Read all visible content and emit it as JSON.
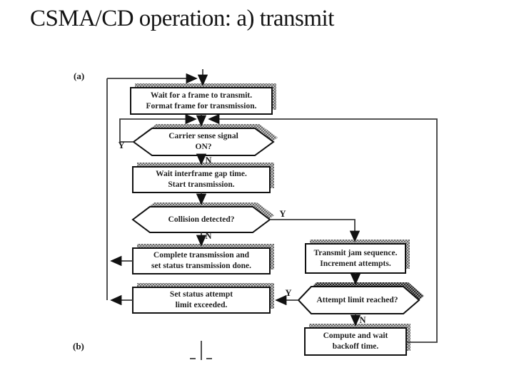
{
  "title": "CSMA/CD operation: a) transmit",
  "section_labels": {
    "a": "(a)",
    "b": "(b)"
  },
  "nodes": {
    "wait_frame": {
      "line1": "Wait for a frame to transmit.",
      "line2": "Format frame for transmission."
    },
    "carrier_sense": {
      "line1": "Carrier sense signal",
      "line2": "ON?"
    },
    "wait_gap": {
      "line1": "Wait interframe gap time.",
      "line2": "Start transmission."
    },
    "collision": {
      "line1": "Collision detected?"
    },
    "complete": {
      "line1": "Complete transmission and",
      "line2": "set status transmission done."
    },
    "set_status": {
      "line1": "Set status attempt",
      "line2": "limit exceeded."
    },
    "jam": {
      "line1": "Transmit jam sequence.",
      "line2": "Increment attempts."
    },
    "attempt_limit": {
      "line1": "Attempt limit reached?"
    },
    "backoff": {
      "line1": "Compute and wait",
      "line2": "backoff time."
    }
  },
  "branch_labels": {
    "carrier_yes": "Y",
    "carrier_no": "N",
    "collision_yes": "Y",
    "collision_no": "N",
    "attempt_yes": "Y",
    "attempt_no": "N"
  },
  "colors": {
    "background": "#ffffff",
    "ink": "#1a1a1a",
    "line": "#3c3c3c",
    "shadow_light": "#8f8f8f",
    "shadow_dark": "#4a4a4a"
  }
}
